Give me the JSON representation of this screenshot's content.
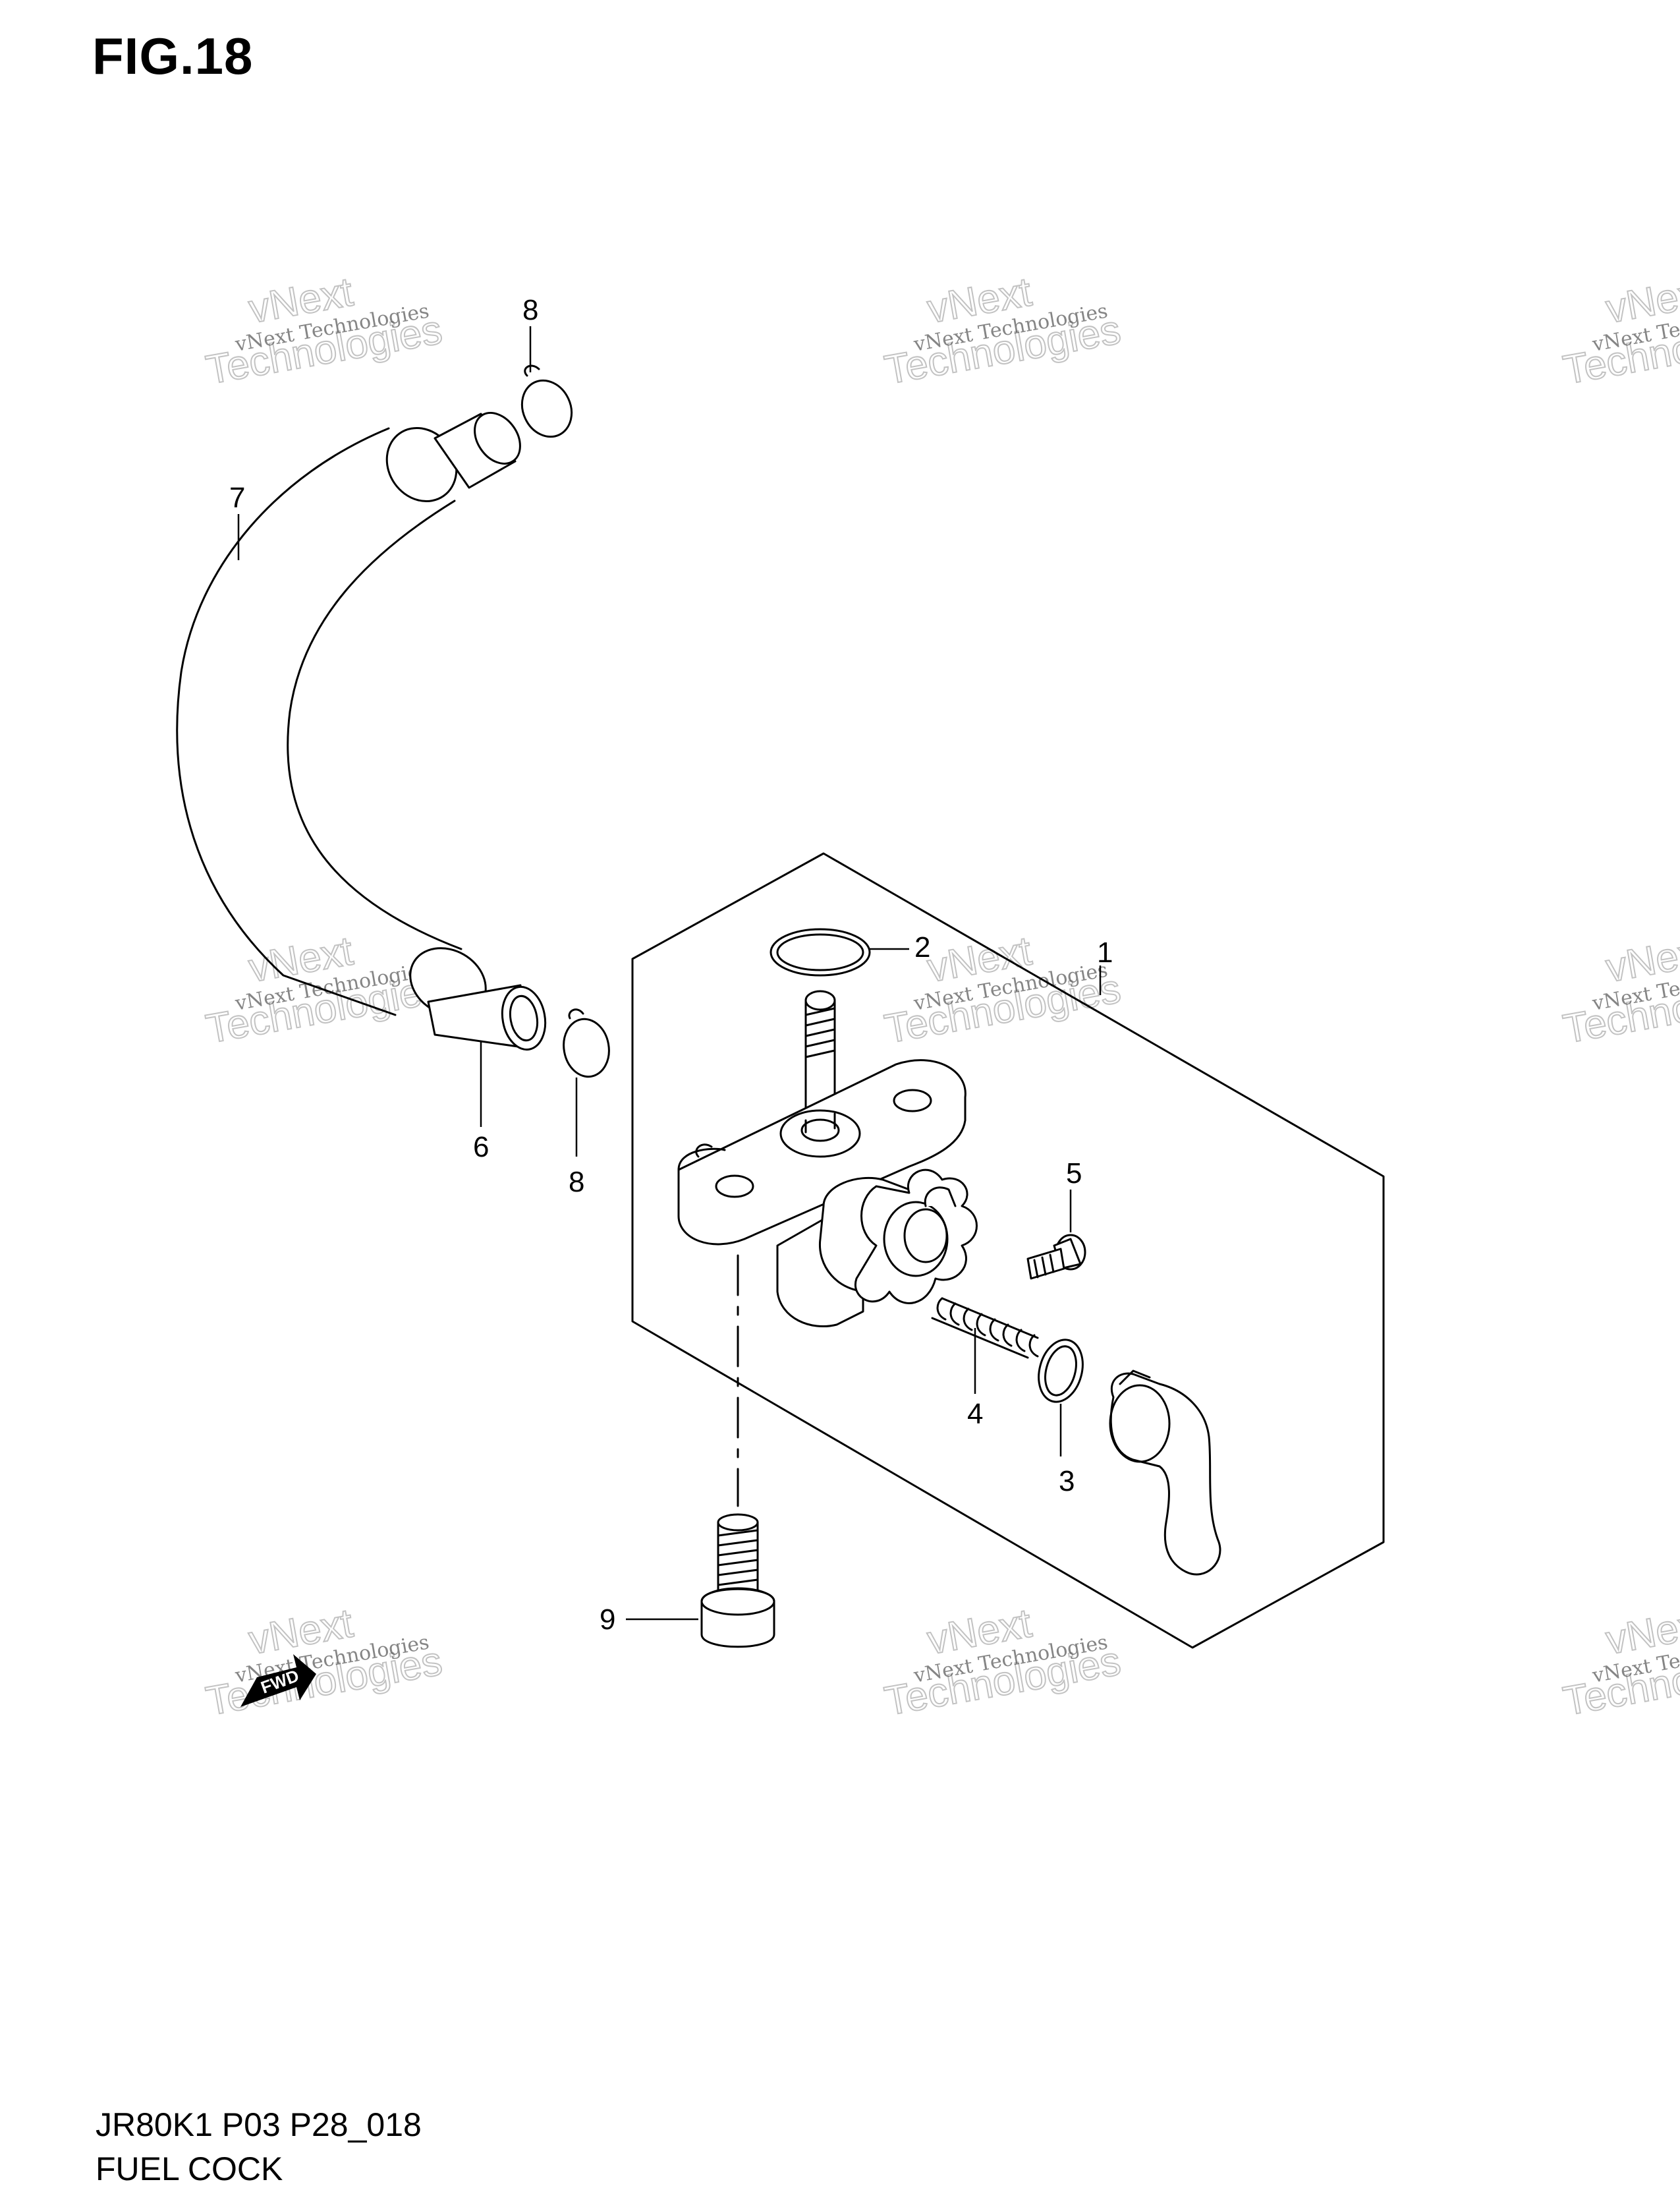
{
  "figure": {
    "title": "FIG.18",
    "model_code": "JR80K1 P03 P28_018",
    "name": "FUEL COCK"
  },
  "callouts": [
    {
      "id": "callout-1",
      "label": "1"
    },
    {
      "id": "callout-2",
      "label": "2"
    },
    {
      "id": "callout-3",
      "label": "3"
    },
    {
      "id": "callout-4",
      "label": "4"
    },
    {
      "id": "callout-5",
      "label": "5"
    },
    {
      "id": "callout-6",
      "label": "6"
    },
    {
      "id": "callout-7",
      "label": "7"
    },
    {
      "id": "callout-8a",
      "label": "8"
    },
    {
      "id": "callout-8b",
      "label": "8"
    },
    {
      "id": "callout-9",
      "label": "9"
    }
  ],
  "watermark": {
    "line1": "vNext Technologies",
    "line2": "Technologies",
    "line3": "vNext"
  },
  "front_indicator": {
    "label": "FWD",
    "icon": "front-arrow-icon"
  }
}
